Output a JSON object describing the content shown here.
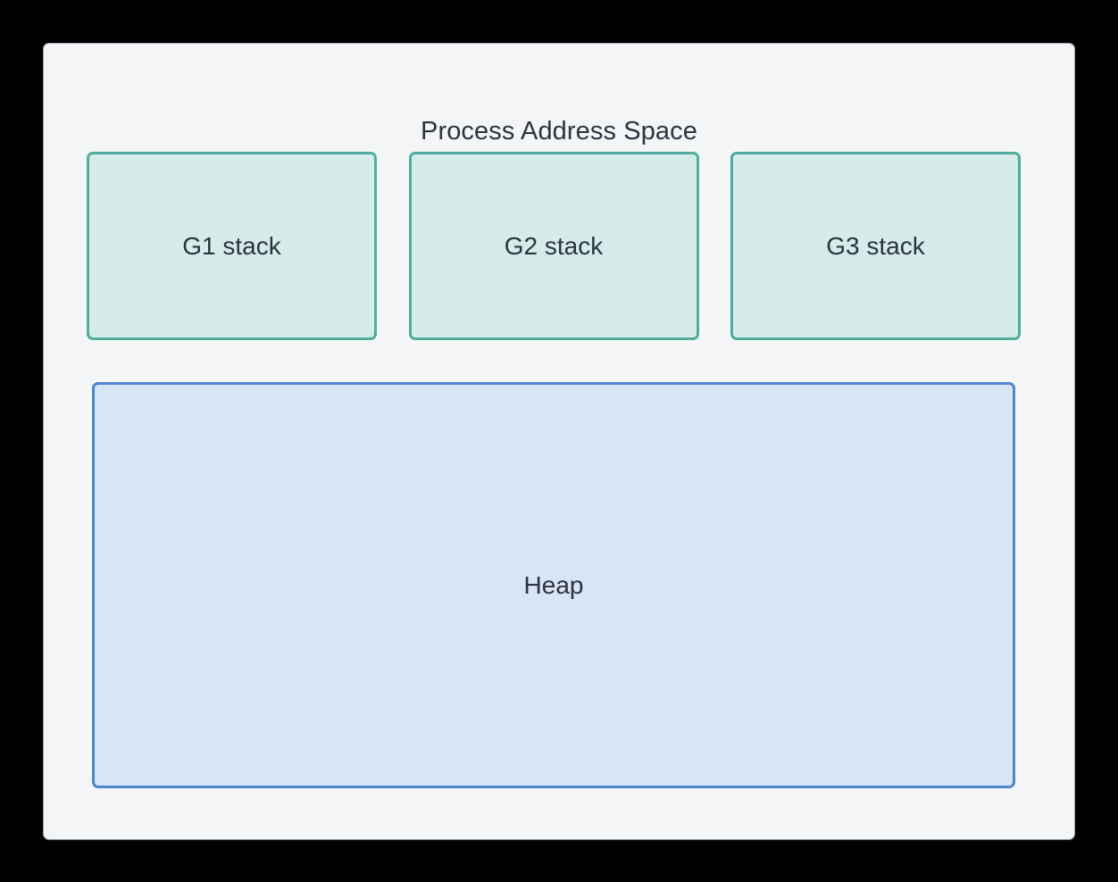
{
  "page": {
    "background_color": "#000000"
  },
  "diagram": {
    "title": "Process Address Space",
    "panel_background": "#f4f5f7",
    "text_color": "#2b3440",
    "stack_region": {
      "fill_color": "#d6ecea",
      "border_color": "#4fae9b",
      "boxes": [
        {
          "label": "G1 stack"
        },
        {
          "label": "G2 stack"
        },
        {
          "label": "G3 stack"
        }
      ]
    },
    "heap_region": {
      "label": "Heap",
      "fill_color": "#d9e4f4",
      "border_color": "#4f86cc"
    }
  }
}
